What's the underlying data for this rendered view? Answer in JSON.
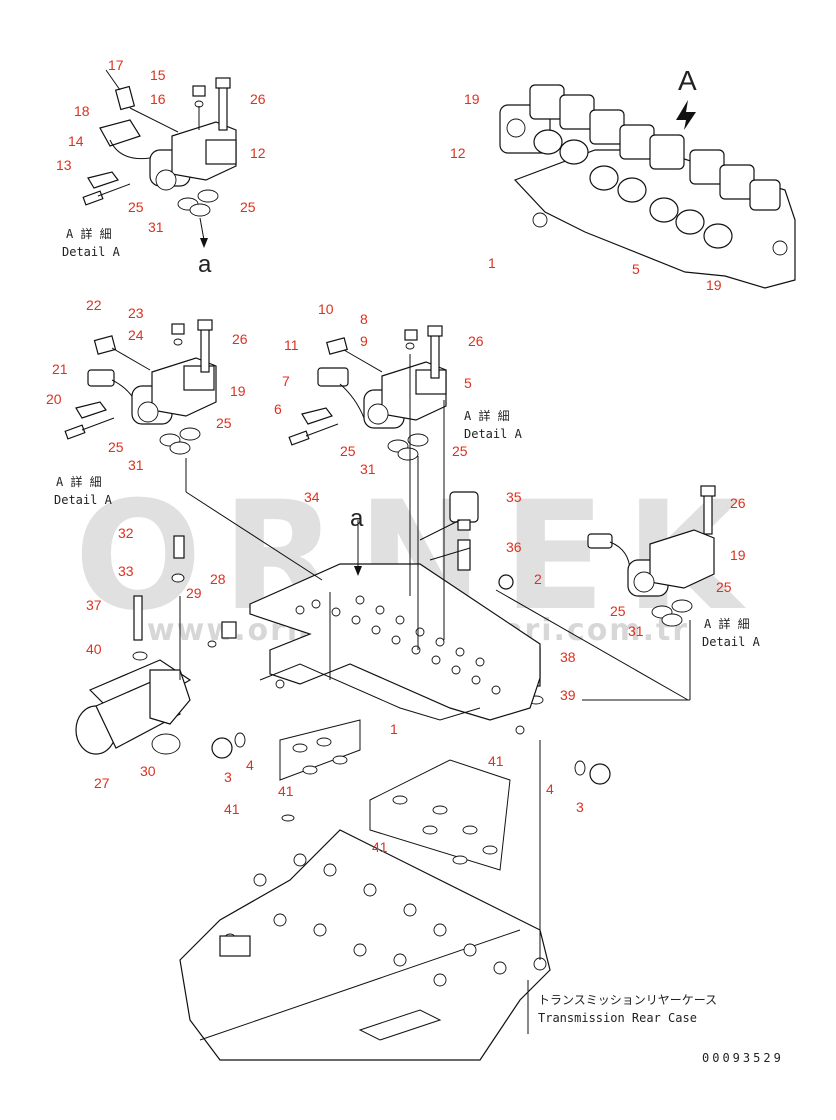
{
  "callouts": [
    {
      "id": "c17",
      "text": "17"
    },
    {
      "id": "c15",
      "text": "15"
    },
    {
      "id": "c16",
      "text": "16"
    },
    {
      "id": "c26a",
      "text": "26"
    },
    {
      "id": "c18",
      "text": "18"
    },
    {
      "id": "c14",
      "text": "14"
    },
    {
      "id": "c12a",
      "text": "12"
    },
    {
      "id": "c13",
      "text": "13"
    },
    {
      "id": "c25a",
      "text": "25"
    },
    {
      "id": "c25b",
      "text": "25"
    },
    {
      "id": "c31a",
      "text": "31"
    },
    {
      "id": "c19a",
      "text": "19"
    },
    {
      "id": "c12b",
      "text": "12"
    },
    {
      "id": "c1a",
      "text": "1"
    },
    {
      "id": "c5a",
      "text": "5"
    },
    {
      "id": "c19b",
      "text": "19"
    },
    {
      "id": "c22",
      "text": "22"
    },
    {
      "id": "c23",
      "text": "23"
    },
    {
      "id": "c24",
      "text": "24"
    },
    {
      "id": "c26b",
      "text": "26"
    },
    {
      "id": "c21",
      "text": "21"
    },
    {
      "id": "c19c",
      "text": "19"
    },
    {
      "id": "c20",
      "text": "20"
    },
    {
      "id": "c25c",
      "text": "25"
    },
    {
      "id": "c25d",
      "text": "25"
    },
    {
      "id": "c31b",
      "text": "31"
    },
    {
      "id": "c10",
      "text": "10"
    },
    {
      "id": "c8",
      "text": "8"
    },
    {
      "id": "c9",
      "text": "9"
    },
    {
      "id": "c26c",
      "text": "26"
    },
    {
      "id": "c11",
      "text": "11"
    },
    {
      "id": "c7",
      "text": "7"
    },
    {
      "id": "c5b",
      "text": "5"
    },
    {
      "id": "c6",
      "text": "6"
    },
    {
      "id": "c25e",
      "text": "25"
    },
    {
      "id": "c25f",
      "text": "25"
    },
    {
      "id": "c31c",
      "text": "31"
    },
    {
      "id": "c34",
      "text": "34"
    },
    {
      "id": "c35",
      "text": "35"
    },
    {
      "id": "c36",
      "text": "36"
    },
    {
      "id": "c2",
      "text": "2"
    },
    {
      "id": "c26d",
      "text": "26"
    },
    {
      "id": "c19d",
      "text": "19"
    },
    {
      "id": "c25g",
      "text": "25"
    },
    {
      "id": "c25h",
      "text": "25"
    },
    {
      "id": "c31d",
      "text": "31"
    },
    {
      "id": "c32",
      "text": "32"
    },
    {
      "id": "c33",
      "text": "33"
    },
    {
      "id": "c28",
      "text": "28"
    },
    {
      "id": "c29",
      "text": "29"
    },
    {
      "id": "c37",
      "text": "37"
    },
    {
      "id": "c40",
      "text": "40"
    },
    {
      "id": "c38",
      "text": "38"
    },
    {
      "id": "c39",
      "text": "39"
    },
    {
      "id": "c1b",
      "text": "1"
    },
    {
      "id": "c27",
      "text": "27"
    },
    {
      "id": "c30",
      "text": "30"
    },
    {
      "id": "c3a",
      "text": "3"
    },
    {
      "id": "c4a",
      "text": "4"
    },
    {
      "id": "c41a",
      "text": "41"
    },
    {
      "id": "c41b",
      "text": "41"
    },
    {
      "id": "c41c",
      "text": "41"
    },
    {
      "id": "c41d",
      "text": "41"
    },
    {
      "id": "c4b",
      "text": "4"
    },
    {
      "id": "c3b",
      "text": "3"
    }
  ],
  "view_labels": {
    "A_main": "A",
    "a_arrow1": "a",
    "a_arrow2": "a"
  },
  "details": [
    {
      "id": "d1",
      "jp": "A 詳 細",
      "en": "Detail A"
    },
    {
      "id": "d2",
      "jp": "A 詳 細",
      "en": "Detail A"
    },
    {
      "id": "d3",
      "jp": "A 詳 細",
      "en": "Detail A"
    },
    {
      "id": "d4",
      "jp": "A 詳 細",
      "en": "Detail A"
    }
  ],
  "case_label": {
    "jp": "トランスミッションリヤーケース",
    "en": "Transmission Rear Case"
  },
  "drawing_number": "00093529",
  "watermark": {
    "brand": "ORNEK",
    "url": "www.ornekmakinalari.com.tr"
  },
  "colors": {
    "callout": "#e0301e",
    "line": "#111111",
    "watermark": "#c8c8c8"
  }
}
